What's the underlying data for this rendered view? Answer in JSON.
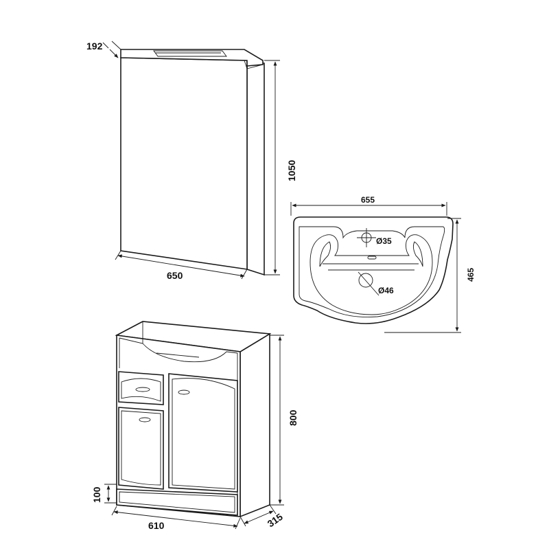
{
  "drawing": {
    "mirror_cabinet": {
      "depth": "192",
      "height": "1050",
      "width": "650"
    },
    "washbasin": {
      "width": "655",
      "depth": "465",
      "tap_hole": "Ø35",
      "drain_hole": "Ø46"
    },
    "vanity_unit": {
      "height": "800",
      "plinth_height": "100",
      "width": "610",
      "depth": "315"
    }
  },
  "colors": {
    "line": "#1a1a1a",
    "background": "#ffffff"
  }
}
